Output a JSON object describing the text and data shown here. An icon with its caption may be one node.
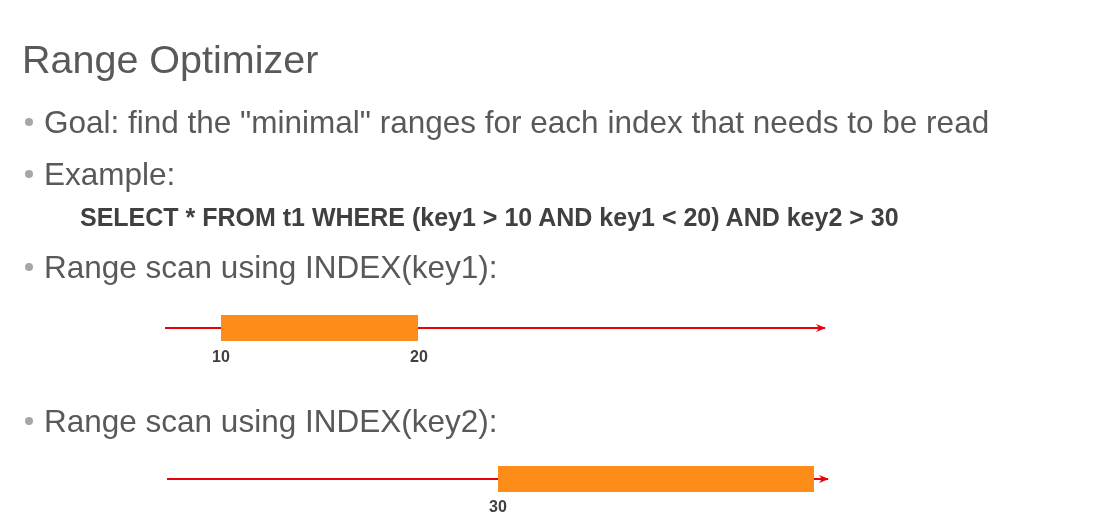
{
  "diagram": {
    "title": "Range Optimizer",
    "nodes": [
      {
        "text": [],
        "shape": "bar"
      },
      {
        "text": [],
        "shape": "bar"
      }
    ],
    "labels": [
      "Goal: find the \"minimal\" ranges for each index that needs to be read",
      "Example:",
      "SELECT * FROM t1 WHERE (key1 > 10 AND key1 < 20) AND key2 > 30",
      "Range scan using INDEX(key1):",
      "10",
      "20",
      "Range scan using INDEX(key2):",
      "30"
    ]
  }
}
